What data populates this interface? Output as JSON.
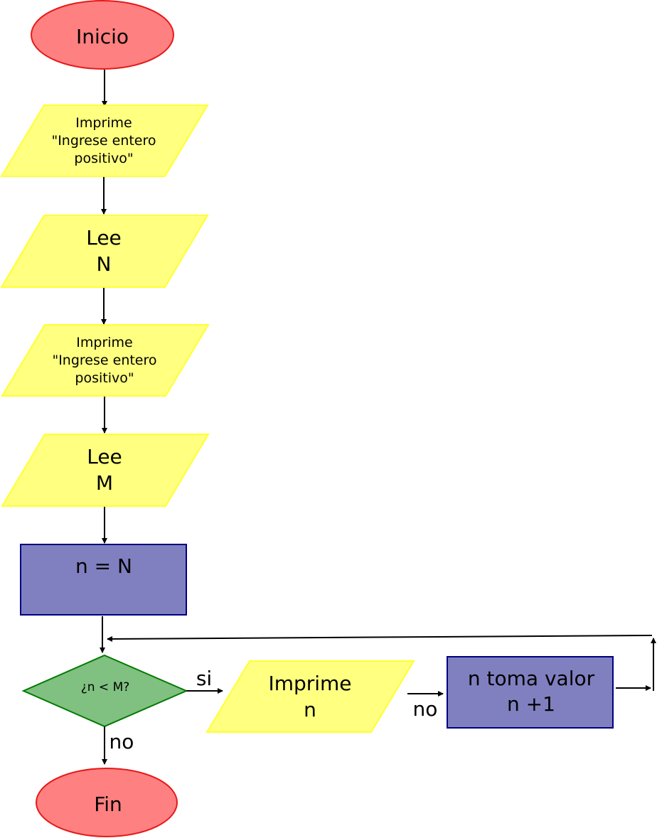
{
  "colors": {
    "terminal_fill": "#ff8080",
    "terminal_stroke": "#e51a1a",
    "io_fill": "#ffff80",
    "io_stroke": "#ffff33",
    "process_fill": "#8080c0",
    "process_stroke": "#000080",
    "decision_fill": "#80c080",
    "decision_stroke": "#007a00",
    "arrow": "#000000"
  },
  "nodes": {
    "inicio": {
      "label": "Inicio"
    },
    "imprime_1": {
      "lines": [
        "Imprime",
        "\"Ingrese entero",
        "positivo\""
      ]
    },
    "lee_n": {
      "lines": [
        "Lee",
        "N"
      ]
    },
    "imprime_2": {
      "lines": [
        "Imprime",
        "\"Ingrese entero",
        "positivo\""
      ]
    },
    "lee_m": {
      "lines": [
        "Lee",
        "M"
      ]
    },
    "assign": {
      "label": "n = N"
    },
    "decision": {
      "label": "¿n < M?"
    },
    "imprime_n": {
      "lines": [
        "Imprime",
        "n"
      ]
    },
    "increment": {
      "lines": [
        "n toma valor",
        "n +1"
      ]
    },
    "fin": {
      "label": "Fin"
    }
  },
  "edge_labels": {
    "si": "si",
    "no_right": "no",
    "no_down": "no"
  }
}
